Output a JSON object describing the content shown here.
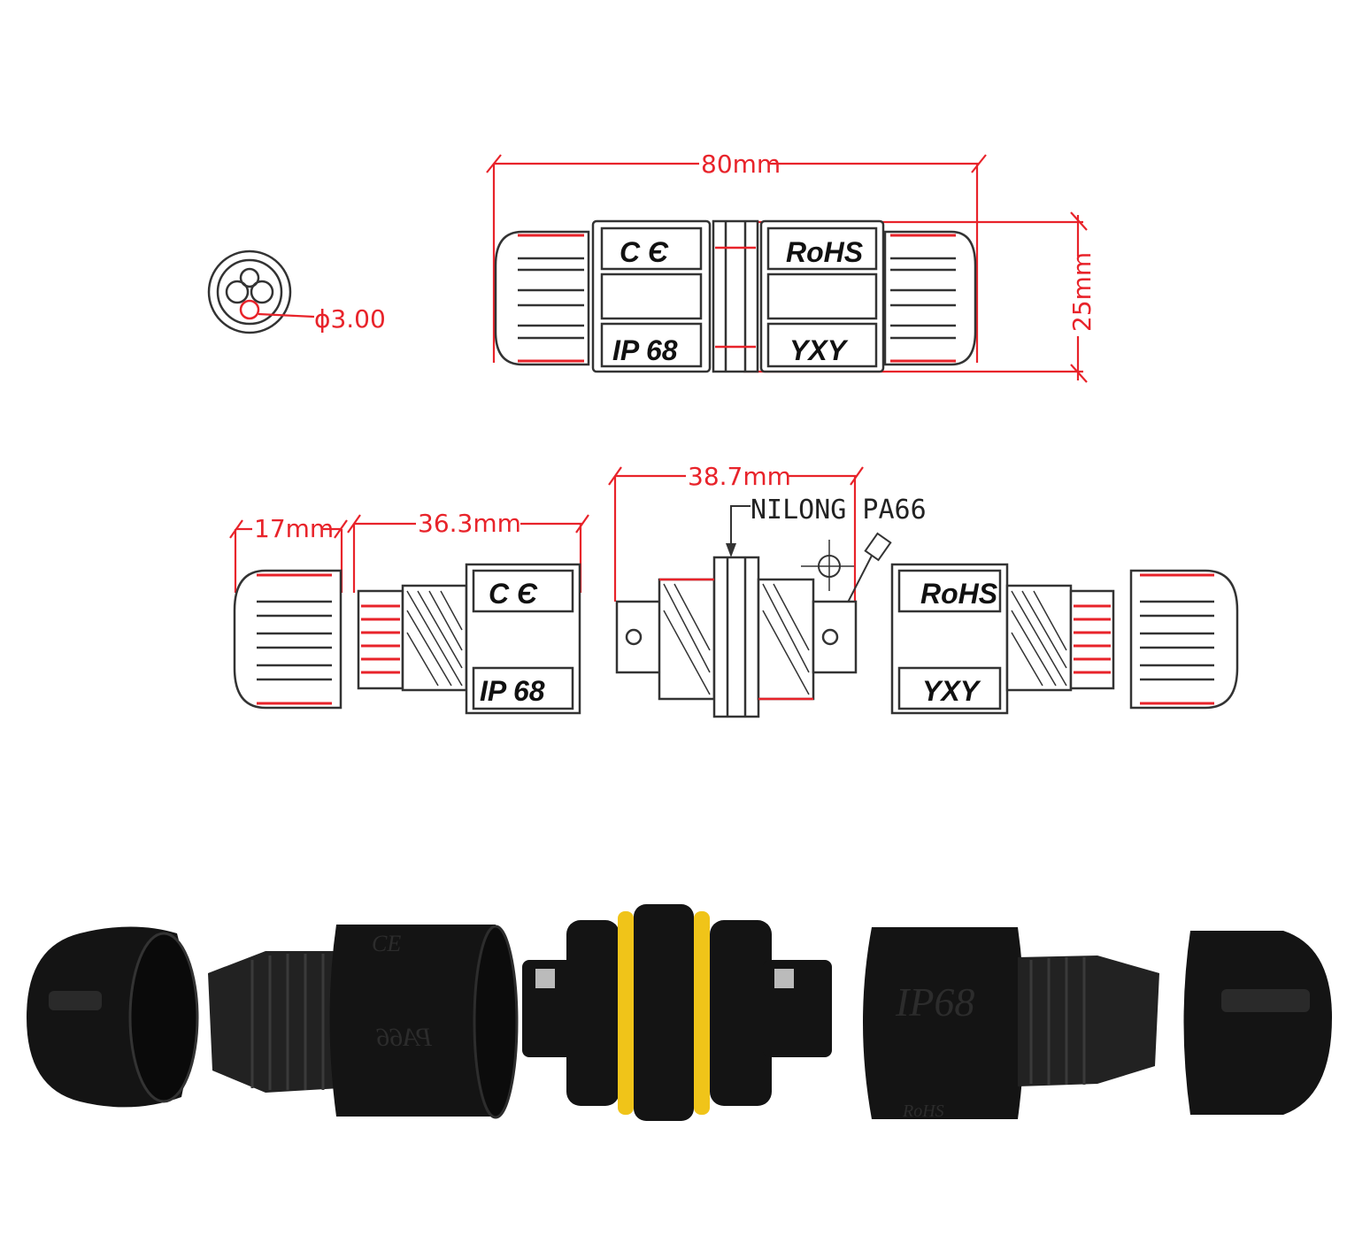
{
  "top_view": {
    "length_dim": "80mm",
    "height_dim": "25mm",
    "pin_diameter": "ϕ3.00",
    "labels": {
      "left_top": "C  Є",
      "left_bottom": "IP 68",
      "right_top": "RoHS",
      "right_bottom": "YXY"
    }
  },
  "exploded_view": {
    "cap_dim": "17mm",
    "body_dim": "36.3mm",
    "center_dim": "38.7mm",
    "material_note": "NILONG  PA66",
    "labels": {
      "left_top": "C  Є",
      "left_bottom": "IP 68",
      "right_top": "RoHS",
      "right_bottom": "YXY"
    }
  },
  "photo": {
    "embossed": {
      "left_body_top": "CE",
      "left_body_side": "PA66",
      "right_body": "IP68",
      "right_body_bottom": "RoHS"
    },
    "colors": {
      "plastic": "#141414",
      "seal_ring": "#f0c419",
      "dimension": "#e8232a"
    }
  }
}
